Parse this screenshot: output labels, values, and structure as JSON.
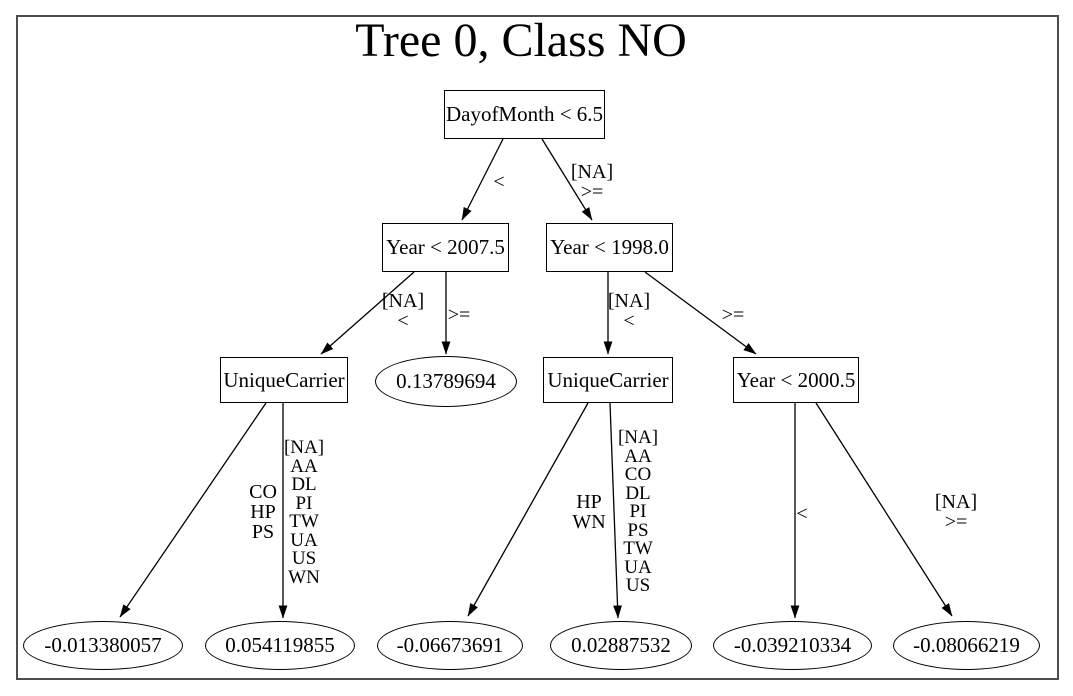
{
  "title": "Tree 0, Class NO",
  "tree": {
    "nodes": {
      "root": {
        "label": "DayofMonth < 6.5",
        "shape": "box"
      },
      "year_lt_2007_5": {
        "label": "Year < 2007.5",
        "shape": "box"
      },
      "year_lt_1998_0": {
        "label": "Year < 1998.0",
        "shape": "box"
      },
      "unique_carrier_left": {
        "label": "UniqueCarrier",
        "shape": "box"
      },
      "leaf_0_13789694": {
        "label": "0.13789694",
        "shape": "ellipse"
      },
      "unique_carrier_right": {
        "label": "UniqueCarrier",
        "shape": "box"
      },
      "year_lt_2000_5": {
        "label": "Year < 2000.5",
        "shape": "box"
      },
      "leaf_neg_0_013380057": {
        "label": "-0.013380057",
        "shape": "ellipse"
      },
      "leaf_0_054119855": {
        "label": "0.054119855",
        "shape": "ellipse"
      },
      "leaf_neg_0_06673691": {
        "label": "-0.06673691",
        "shape": "ellipse"
      },
      "leaf_0_02887532": {
        "label": "0.02887532",
        "shape": "ellipse"
      },
      "leaf_neg_0_039210334": {
        "label": "-0.039210334",
        "shape": "ellipse"
      },
      "leaf_neg_0_08066219": {
        "label": "-0.08066219",
        "shape": "ellipse"
      }
    },
    "edges": {
      "root_left": {
        "from": "root",
        "to": "year_lt_2007_5",
        "label": "<"
      },
      "root_right": {
        "from": "root",
        "to": "year_lt_1998_0",
        "label": "[NA]\n>="
      },
      "y2007_left": {
        "from": "year_lt_2007_5",
        "to": "unique_carrier_left",
        "label": "[NA]\n<"
      },
      "y2007_right": {
        "from": "year_lt_2007_5",
        "to": "leaf_0_13789694",
        "label": ">="
      },
      "y1998_left": {
        "from": "year_lt_1998_0",
        "to": "unique_carrier_right",
        "label": "[NA]\n<"
      },
      "y1998_right": {
        "from": "year_lt_1998_0",
        "to": "year_lt_2000_5",
        "label": ">="
      },
      "ucl_left": {
        "from": "unique_carrier_left",
        "to": "leaf_neg_0_013380057",
        "label": "CO\nHP\nPS"
      },
      "ucl_right": {
        "from": "unique_carrier_left",
        "to": "leaf_0_054119855",
        "label": "[NA]\nAA\nDL\nPI\nTW\nUA\nUS\nWN"
      },
      "ucr_left": {
        "from": "unique_carrier_right",
        "to": "leaf_neg_0_06673691",
        "label": "HP\nWN"
      },
      "ucr_right": {
        "from": "unique_carrier_right",
        "to": "leaf_0_02887532",
        "label": "[NA]\nAA\nCO\nDL\nPI\nPS\nTW\nUA\nUS"
      },
      "y2000_left": {
        "from": "year_lt_2000_5",
        "to": "leaf_neg_0_039210334",
        "label": "<"
      },
      "y2000_right": {
        "from": "year_lt_2000_5",
        "to": "leaf_neg_0_08066219",
        "label": "[NA]\n>="
      }
    }
  }
}
